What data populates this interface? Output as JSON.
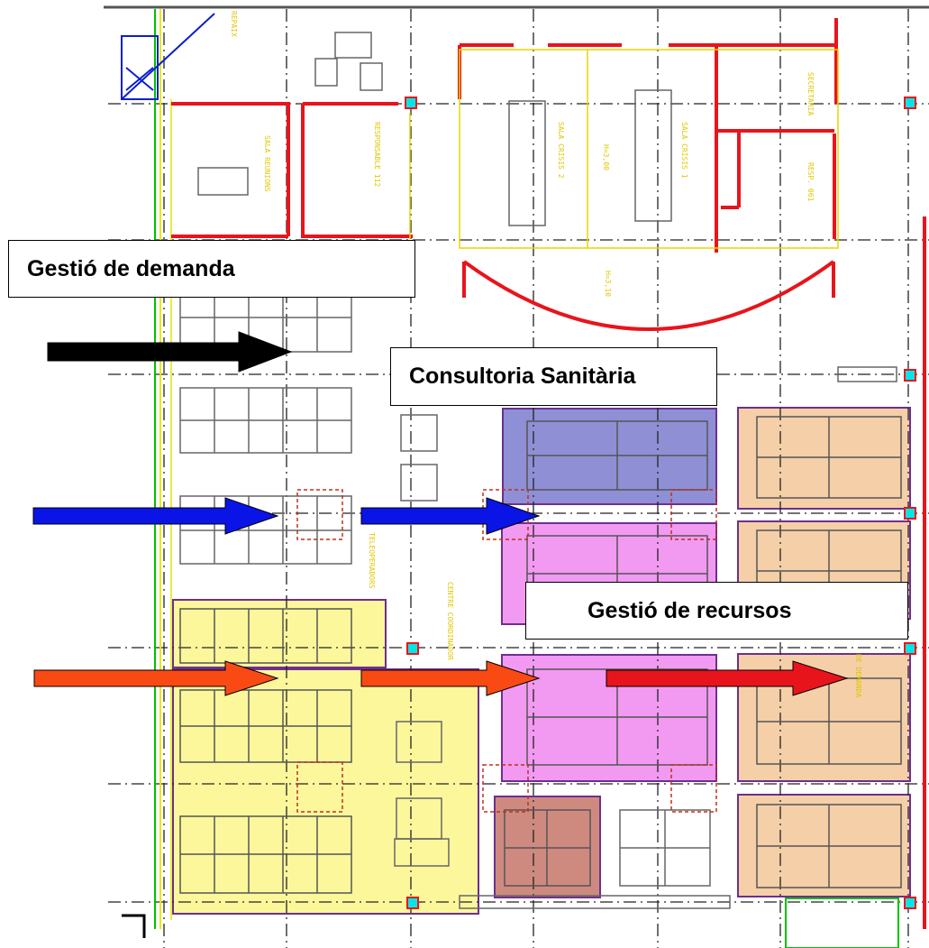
{
  "labels": {
    "demand": "Gestió de demanda",
    "consultancy": "Consultoria Sanitària",
    "resources": "Gestió de recursos"
  },
  "plan_text": {
    "repair": "REPAIX",
    "meeting_room": "SALA REUNIONS",
    "responsible": "RESPONSABLE 112",
    "crisis_room_2": "SALA CRISIS 2",
    "crisis_room_1": "SALA CRISIS 1",
    "secretary": "SECRETARIA",
    "height_1": "H=3,00",
    "height_2": "H=3,10",
    "resp_061": "RESP. 061",
    "telephone": "TELEOPERADORS",
    "coordination_centre": "CENTRE COORDINADOR",
    "demand_short": "DE DEMANDA"
  },
  "colors": {
    "wall": "#e8141c",
    "grid": "#222222",
    "purple_zone": "#8f8fd6",
    "pink_zone": "#f29af2",
    "orange_zone": "#f5cfa8",
    "yellow_zone": "#fdf79c",
    "brown_zone": "#cf8a80",
    "arrow_black": "#000000",
    "arrow_blue": "#0a14e6",
    "arrow_orange": "#fa4a14",
    "arrow_red": "#e8141c"
  }
}
